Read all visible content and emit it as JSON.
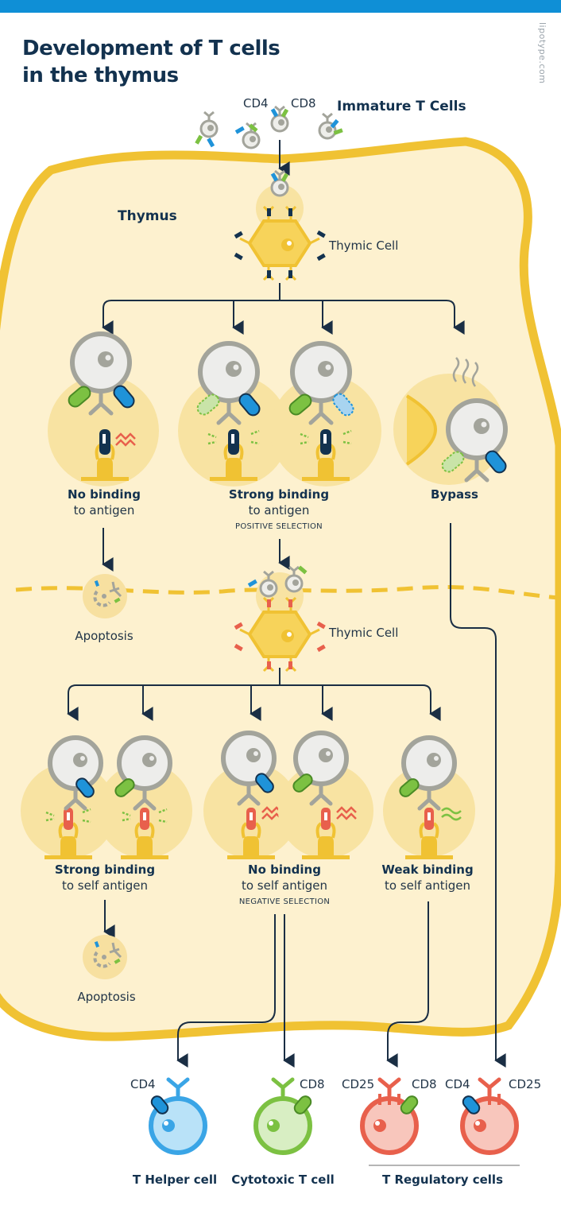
{
  "title_line1": "Development of T cells",
  "title_line2": "in the thymus",
  "brand": "lipotype.com",
  "top": {
    "cd4": "CD4",
    "cd8": "CD8",
    "immature": "Immature T Cells"
  },
  "thymus_label": "Thymus",
  "thymic_cell_1": "Thymic Cell",
  "thymic_cell_2": "Thymic Cell",
  "row1": {
    "no_binding": {
      "title": "No binding",
      "sub": "to antigen"
    },
    "strong_binding": {
      "title": "Strong binding",
      "sub": "to antigen",
      "note": "POSITIVE SELECTION"
    },
    "bypass": {
      "title": "Bypass"
    },
    "apoptosis": "Apoptosis"
  },
  "row2": {
    "strong": {
      "title": "Strong binding",
      "sub": "to self antigen"
    },
    "no_binding": {
      "title": "No binding",
      "sub": "to self antigen",
      "note": "NEGATIVE SELECTION"
    },
    "weak": {
      "title": "Weak binding",
      "sub": "to self antigen"
    },
    "apoptosis": "Apoptosis"
  },
  "outputs": {
    "helper": {
      "marker": "CD4",
      "name": "T Helper cell"
    },
    "cytotoxic": {
      "marker": "CD8",
      "name": "Cytotoxic T cell"
    },
    "treg1": {
      "marker_a": "CD25",
      "marker_b": "CD8"
    },
    "treg2": {
      "marker_a": "CD4",
      "marker_b": "CD25"
    },
    "treg_name": "T Regulatory cells"
  },
  "colors": {
    "blue_bar": "#0f8fd6",
    "thymus_fill": "#fdf1cf",
    "thymus_border": "#f0c233",
    "cell_gray": "#a3a49b",
    "cd4_blue": "#1f93d9",
    "cd8_green": "#7cc142",
    "helper": "#3aa5e6",
    "cytotoxic": "#7cc142",
    "treg": "#e8604c",
    "arrow": "#1a2e44"
  }
}
